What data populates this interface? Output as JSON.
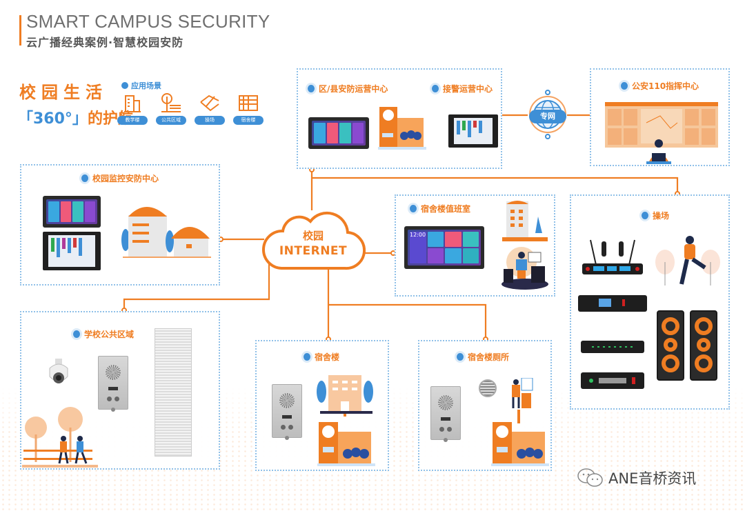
{
  "header": {
    "title_en": "SMART CAMPUS SECURITY",
    "title_cn": "云广播经典案例·智慧校园安防"
  },
  "intro": {
    "line1": "校园生活",
    "line2_num": "「360°」",
    "line2_text": "的护航",
    "scenes_title": "应用场景",
    "scenes": [
      {
        "label": "教学楼",
        "icon": "building-icon"
      },
      {
        "label": "公共区域",
        "icon": "public-area-icon"
      },
      {
        "label": "操场",
        "icon": "playground-icon"
      },
      {
        "label": "宿舍楼",
        "icon": "dormitory-icon"
      }
    ]
  },
  "hub": {
    "line1": "校园",
    "line2": "INTERNET"
  },
  "private_net": "专网",
  "nodes": {
    "district_center": "区/县安防运营中心",
    "alarm_center": "接警运营中心",
    "police_110": "公安110指挥中心",
    "campus_monitor": "校园监控安防中心",
    "dorm_duty": "宿舍楼值班室",
    "playground": "操场",
    "public_area": "学校公共区域",
    "dormitory": "宿舍楼",
    "dorm_toilet": "宿舍楼厕所"
  },
  "panel_time": "12:00",
  "colors": {
    "accent_orange": "#ef7d22",
    "accent_blue": "#3e8fd6",
    "box_border": "#8fc0e8"
  },
  "watermark": "ANE音桥资讯"
}
